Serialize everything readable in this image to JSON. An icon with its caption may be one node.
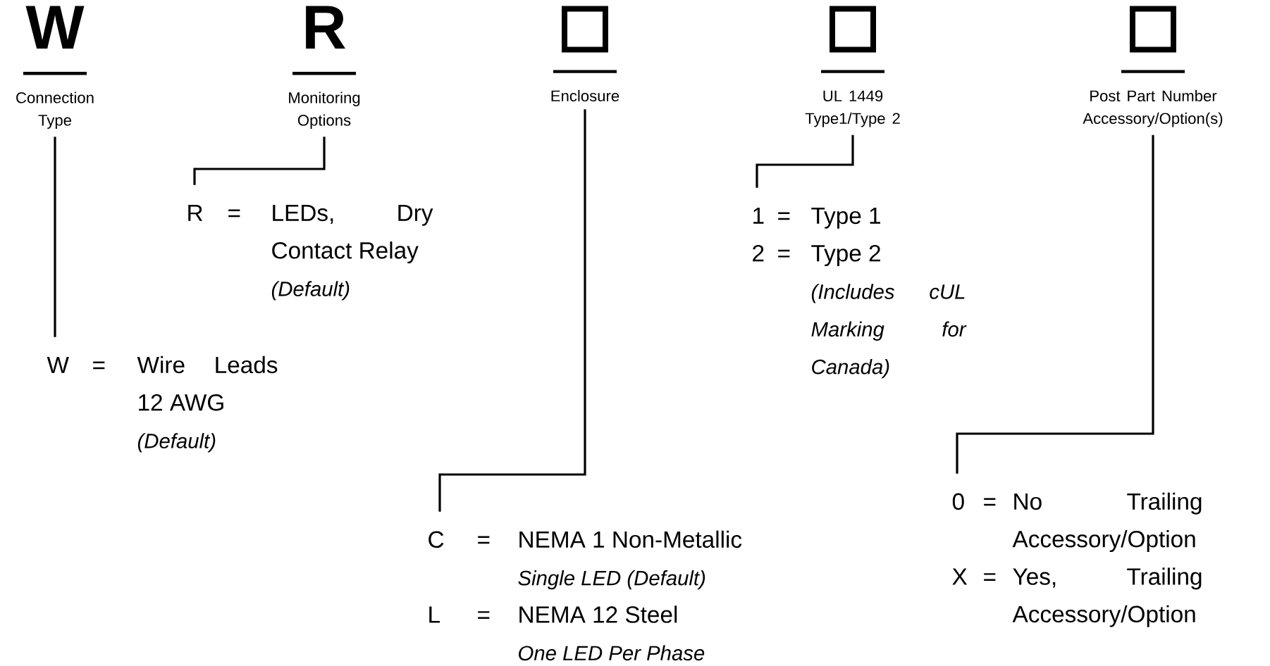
{
  "diagram": {
    "nodes": [
      {
        "text": [
          "W",
          "Connection Type"
        ]
      },
      {
        "text": [
          "R",
          "Monitoring Options"
        ]
      },
      {
        "text": [
          "Enclosure"
        ]
      },
      {
        "text": [
          "UL 1449 Type1/Type 2"
        ]
      },
      {
        "text": [
          "Post Part Number Accessory/Option(s)"
        ]
      },
      {
        "text": [
          "R",
          "=",
          "LEDs, Dry Contact Relay",
          "(Default)"
        ]
      },
      {
        "text": [
          "1",
          "=",
          "Type 1",
          "2",
          "=",
          "Type 2",
          "(Includes cUL Marking for Canada)"
        ]
      },
      {
        "text": [
          "W",
          "=",
          "Wire Leads 12 AWG",
          "(Default)"
        ]
      },
      {
        "text": [
          "C",
          "=",
          "NEMA 1 Non-Metallic",
          "Single LED (Default)",
          "L",
          "=",
          "NEMA 12 Steel",
          "One LED Per Phase"
        ]
      },
      {
        "text": [
          "0",
          "=",
          "No Trailing Accessory/Option",
          "X",
          "=",
          "Yes, Trailing Accessory/Option"
        ]
      }
    ],
    "edges": [
      {
        "from": 0,
        "to": 7,
        "arrow": "none"
      },
      {
        "from": 1,
        "to": 5,
        "arrow": "none"
      },
      {
        "from": 2,
        "to": 8,
        "arrow": "none"
      },
      {
        "from": 3,
        "to": 6,
        "arrow": "none"
      },
      {
        "from": 4,
        "to": 9,
        "arrow": "none"
      }
    ]
  }
}
